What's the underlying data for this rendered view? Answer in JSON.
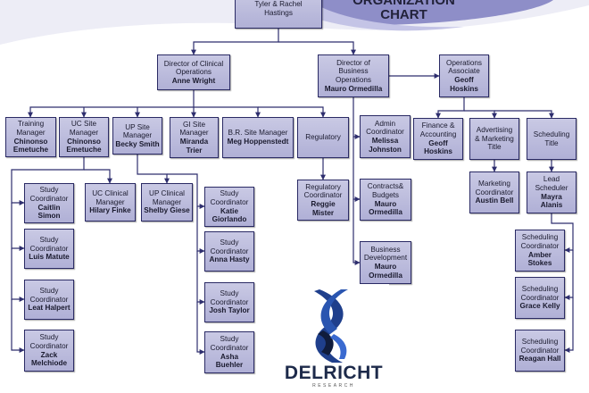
{
  "title": "ORGANIZATION CHART",
  "colors": {
    "box_fill": "#c0c0e0",
    "box_border": "#2a2a64",
    "connector": "#2e2e6e",
    "wave": "#8e8ec8"
  },
  "logo": {
    "text": "DELRICHT",
    "subtext": "RESEARCH",
    "icon": "delricht-helix-logo"
  },
  "nodes": [
    {
      "id": "ceo",
      "lines": [
        "Tyler & Rachel",
        "Hastings"
      ]
    },
    {
      "id": "dir-clinical",
      "lines": [
        "Director of Clinical",
        "Operations"
      ],
      "name": [
        "Anne Wright"
      ]
    },
    {
      "id": "dir-business",
      "lines": [
        "Director of",
        "Business",
        "Operations"
      ],
      "name": [
        "Mauro Ormedilla"
      ]
    },
    {
      "id": "ops-associate",
      "lines": [
        "Operations",
        "Associate"
      ],
      "name": [
        "Geoff",
        "Hoskins"
      ]
    },
    {
      "id": "training-manager",
      "lines": [
        "Training",
        "Manager"
      ],
      "name": [
        "Chinonso",
        "Emetuche"
      ]
    },
    {
      "id": "uc-site-manager",
      "lines": [
        "UC Site",
        "Manager"
      ],
      "name": [
        "Chinonso",
        "Emetuche"
      ]
    },
    {
      "id": "up-site-manager",
      "lines": [
        "UP Site",
        "Manager"
      ],
      "name": [
        "Becky Smith"
      ]
    },
    {
      "id": "gi-site-manager",
      "lines": [
        "GI Site",
        "Manager"
      ],
      "name": [
        "Miranda",
        "Trier"
      ]
    },
    {
      "id": "br-site-manager",
      "lines": [
        "B.R. Site Manager"
      ],
      "name": [
        "Meg Hoppenstedt"
      ]
    },
    {
      "id": "regulatory",
      "lines": [
        "Regulatory"
      ]
    },
    {
      "id": "admin-coordinator",
      "lines": [
        "Admin",
        "Coordinator"
      ],
      "name": [
        "Melissa",
        "Johnston"
      ]
    },
    {
      "id": "finance-accounting",
      "lines": [
        "Finance &",
        "Accounting"
      ],
      "name": [
        "Geoff",
        "Hoskins"
      ]
    },
    {
      "id": "advertising-marketing",
      "lines": [
        "Advertising",
        "& Marketing",
        "Title"
      ]
    },
    {
      "id": "scheduling",
      "lines": [
        "Scheduling",
        "Title"
      ]
    },
    {
      "id": "sc-caitlin",
      "lines": [
        "Study",
        "Coordinator"
      ],
      "name": [
        "Caitlin",
        "Simon"
      ]
    },
    {
      "id": "sc-luis",
      "lines": [
        "Study",
        "Coordinator"
      ],
      "name": [
        "Luis Matute"
      ]
    },
    {
      "id": "sc-leat",
      "lines": [
        "Study",
        "Coordinator"
      ],
      "name": [
        "Leat Halpert"
      ]
    },
    {
      "id": "sc-zack",
      "lines": [
        "Study",
        "Coordinator"
      ],
      "name": [
        "Zack",
        "Melchiode"
      ]
    },
    {
      "id": "uc-clinical-manager",
      "lines": [
        "UC Clinical",
        "Manager"
      ],
      "name": [
        "Hilary Finke"
      ]
    },
    {
      "id": "up-clinical-manager",
      "lines": [
        "UP Clinical",
        "Manager"
      ],
      "name": [
        "Shelby Giese"
      ]
    },
    {
      "id": "sc-katie",
      "lines": [
        "Study",
        "Coordinator"
      ],
      "name": [
        "Katie",
        "Giorlando"
      ]
    },
    {
      "id": "sc-anna",
      "lines": [
        "Study",
        "Coordinator"
      ],
      "name": [
        "Anna Hasty"
      ]
    },
    {
      "id": "sc-josh",
      "lines": [
        "Study",
        "Coordinator"
      ],
      "name": [
        "Josh Taylor"
      ]
    },
    {
      "id": "sc-asha",
      "lines": [
        "Study",
        "Coordinator"
      ],
      "name": [
        "Asha",
        "Buehler"
      ]
    },
    {
      "id": "regulatory-coordinator",
      "lines": [
        "Regulatory",
        "Coordinator"
      ],
      "name": [
        "Reggie",
        "Mister"
      ]
    },
    {
      "id": "contracts-budgets",
      "lines": [
        "Contracts&",
        "Budgets"
      ],
      "name": [
        "Mauro",
        "Ormedilla"
      ]
    },
    {
      "id": "business-development",
      "lines": [
        "Business",
        "Development"
      ],
      "name": [
        "Mauro",
        "Ormedilla"
      ]
    },
    {
      "id": "marketing-coordinator",
      "lines": [
        "Marketing",
        "Coordinator"
      ],
      "name": [
        "Austin Bell"
      ]
    },
    {
      "id": "lead-scheduler",
      "lines": [
        "Lead",
        "Scheduler"
      ],
      "name": [
        "Mayra Alanis"
      ]
    },
    {
      "id": "sched-amber",
      "lines": [
        "Scheduling",
        "Coordinator"
      ],
      "name": [
        "Amber",
        "Stokes"
      ]
    },
    {
      "id": "sched-grace",
      "lines": [
        "Scheduling",
        "Coordinator"
      ],
      "name": [
        "Grace Kelly"
      ]
    },
    {
      "id": "sched-reagan",
      "lines": [
        "Scheduling",
        "Coordinator"
      ],
      "name": [
        "Reagan Hall"
      ]
    }
  ],
  "edges": [
    [
      "ceo",
      "dir-clinical"
    ],
    [
      "ceo",
      "dir-business"
    ],
    [
      "dir-business",
      "ops-associate"
    ],
    [
      "dir-clinical",
      "training-manager"
    ],
    [
      "dir-clinical",
      "uc-site-manager"
    ],
    [
      "dir-clinical",
      "up-site-manager"
    ],
    [
      "dir-clinical",
      "gi-site-manager"
    ],
    [
      "dir-clinical",
      "br-site-manager"
    ],
    [
      "dir-clinical",
      "regulatory"
    ],
    [
      "dir-business",
      "admin-coordinator"
    ],
    [
      "dir-business",
      "contracts-budgets"
    ],
    [
      "dir-business",
      "business-development"
    ],
    [
      "ops-associate",
      "finance-accounting"
    ],
    [
      "ops-associate",
      "advertising-marketing"
    ],
    [
      "ops-associate",
      "scheduling"
    ],
    [
      "uc-site-manager",
      "sc-caitlin"
    ],
    [
      "uc-site-manager",
      "sc-luis"
    ],
    [
      "uc-site-manager",
      "sc-leat"
    ],
    [
      "uc-site-manager",
      "sc-zack"
    ],
    [
      "uc-site-manager",
      "uc-clinical-manager"
    ],
    [
      "up-site-manager",
      "up-clinical-manager"
    ],
    [
      "up-site-manager",
      "sc-katie"
    ],
    [
      "up-site-manager",
      "sc-anna"
    ],
    [
      "up-site-manager",
      "sc-josh"
    ],
    [
      "up-site-manager",
      "sc-asha"
    ],
    [
      "regulatory",
      "regulatory-coordinator"
    ],
    [
      "advertising-marketing",
      "marketing-coordinator"
    ],
    [
      "scheduling",
      "lead-scheduler"
    ],
    [
      "lead-scheduler",
      "sched-amber"
    ],
    [
      "lead-scheduler",
      "sched-grace"
    ],
    [
      "lead-scheduler",
      "sched-reagan"
    ]
  ]
}
